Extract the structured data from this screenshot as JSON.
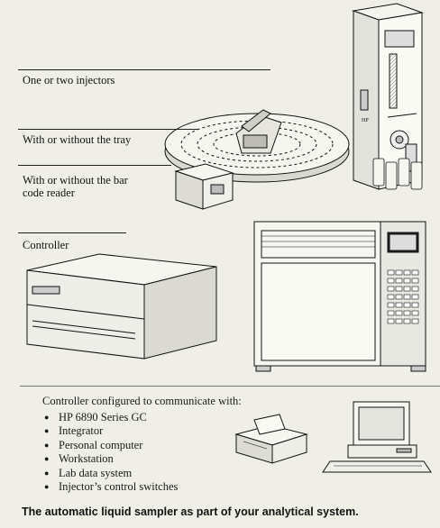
{
  "labels": {
    "injectors": "One or two injectors",
    "tray": "With or without the tray",
    "bar_code_1": "With or without the bar",
    "bar_code_2": "code reader",
    "controller": "Controller"
  },
  "communicate": {
    "heading": "Controller configured to communicate with:",
    "items": [
      "HP 6890 Series GC",
      "Integrator",
      "Personal computer",
      "Workstation",
      "Lab data system",
      "Injector’s control switches"
    ]
  },
  "caption": "The automatic liquid sampler as part of your analytical system."
}
